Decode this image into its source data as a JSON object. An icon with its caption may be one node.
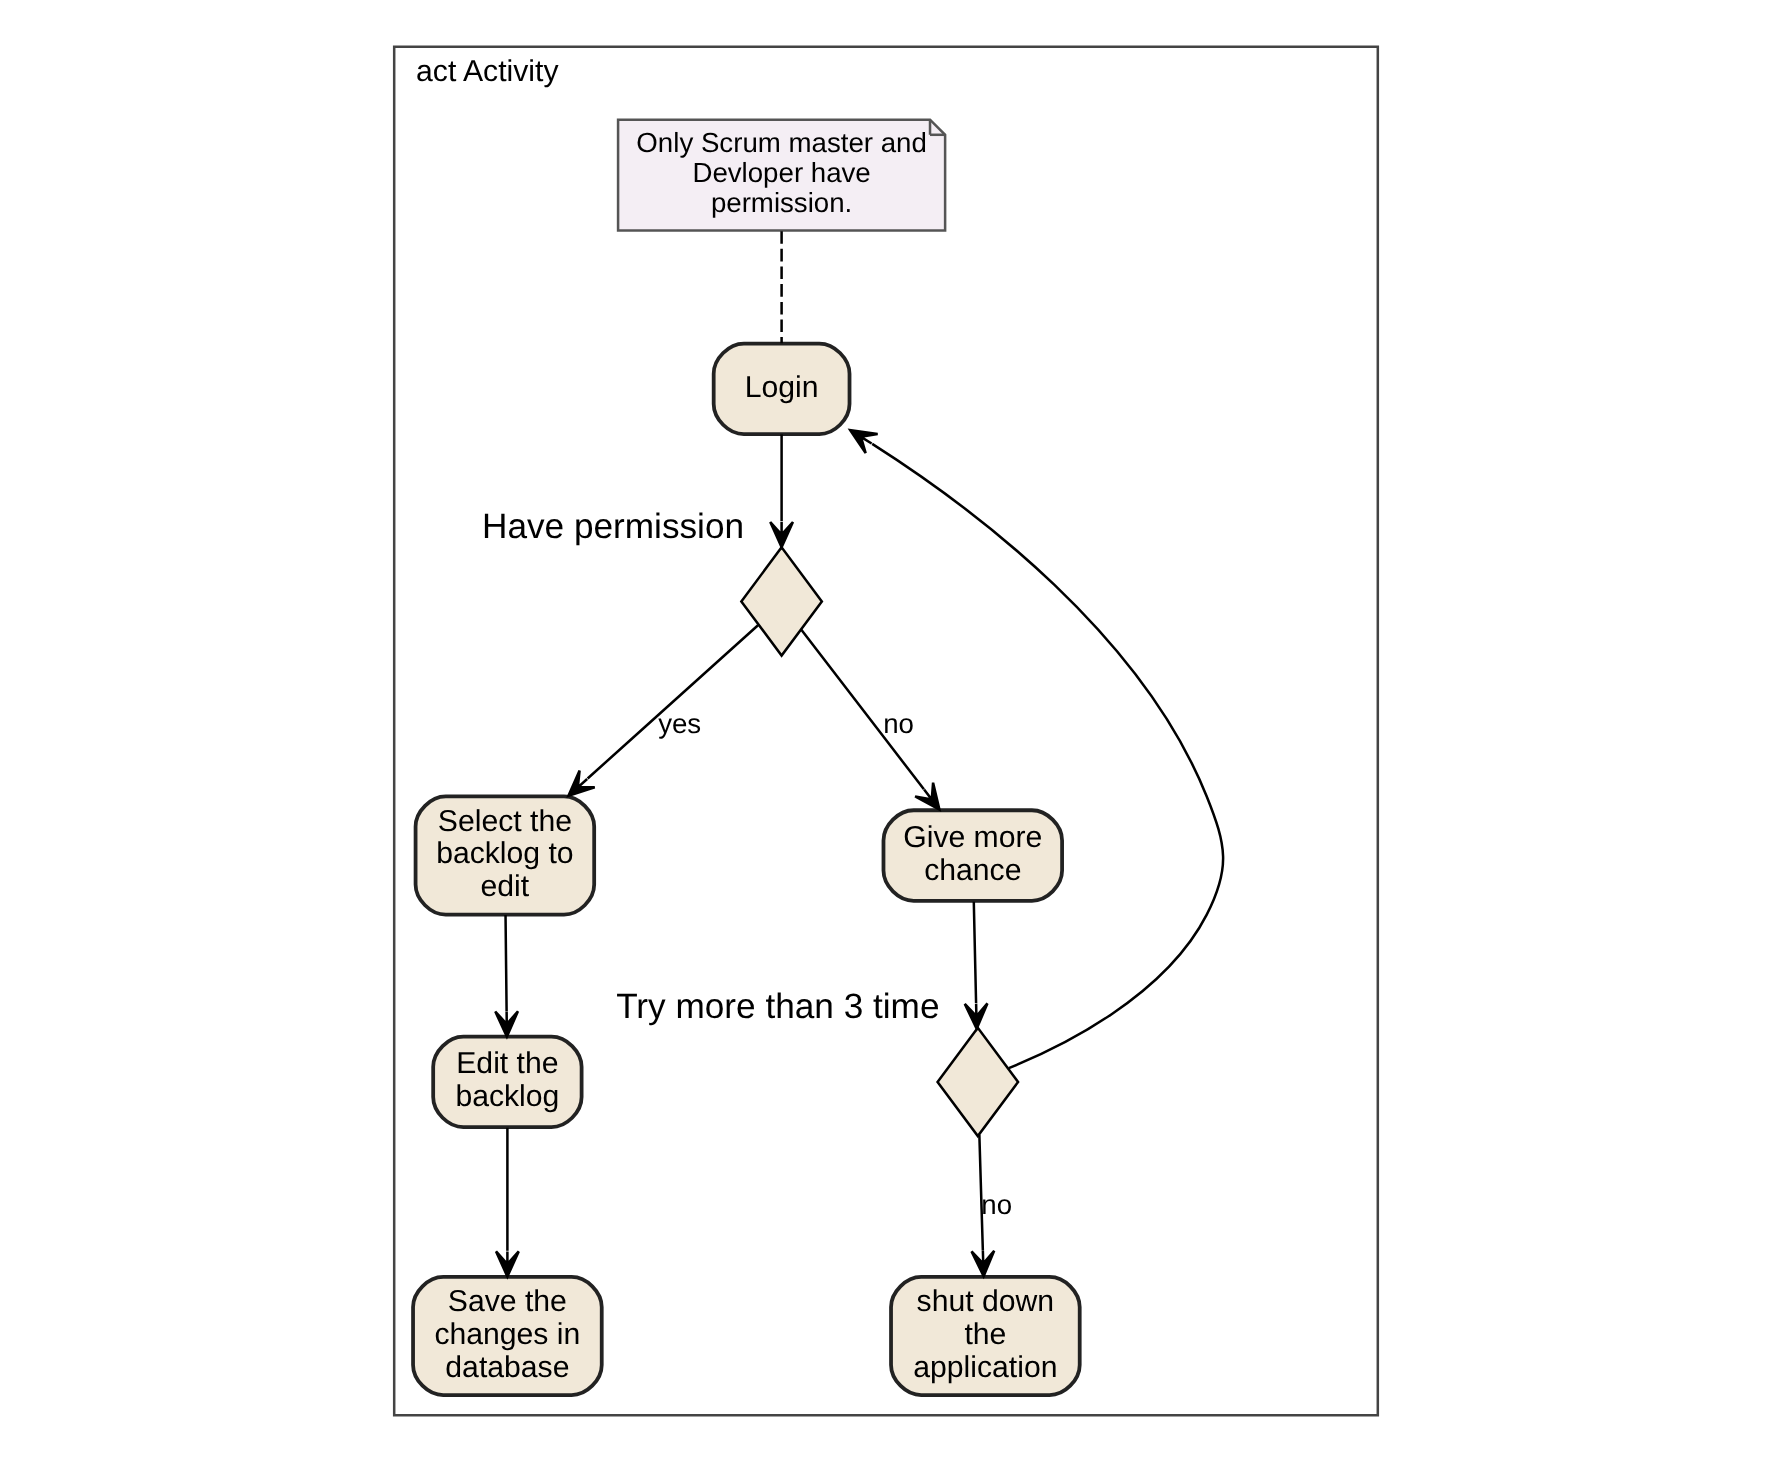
{
  "diagram": {
    "nodes": [
      {
        "text": [
          "act Activity"
        ]
      },
      {
        "text": [
          "Only Scrum master and Devloper have permission."
        ],
        "in": 0
      },
      {
        "text": [
          "Login"
        ],
        "in": 0
      },
      {
        "text": [],
        "shape": "diamond",
        "beside": [
          "Have permission"
        ],
        "in": 0
      },
      {
        "text": [
          "Select the backlog to edit"
        ],
        "in": 0
      },
      {
        "text": [
          "Give more chance"
        ],
        "in": 0
      },
      {
        "text": [
          "Edit the backlog"
        ],
        "in": 0
      },
      {
        "text": [
          "Save the changes in database"
        ],
        "in": 0
      },
      {
        "text": [],
        "shape": "diamond",
        "beside": [
          "Try more than 3 time"
        ],
        "in": 0
      },
      {
        "text": [
          "shut down the application"
        ],
        "in": 0
      }
    ],
    "edges": [
      {
        "from": 1,
        "to": 2,
        "arrow": "none",
        "style": "dashed"
      },
      {
        "from": 2,
        "to": 3,
        "arrow": "to"
      },
      {
        "from": 3,
        "to": 4,
        "arrow": "to",
        "label": "yes"
      },
      {
        "from": 3,
        "to": 5,
        "arrow": "to",
        "label": "no"
      },
      {
        "from": 4,
        "to": 6,
        "arrow": "to"
      },
      {
        "from": 6,
        "to": 7,
        "arrow": "to"
      },
      {
        "from": 5,
        "to": 8,
        "arrow": "to"
      },
      {
        "from": 8,
        "to": 2,
        "arrow": "to"
      },
      {
        "from": 8,
        "to": 9,
        "arrow": "to",
        "label": "no"
      }
    ]
  }
}
